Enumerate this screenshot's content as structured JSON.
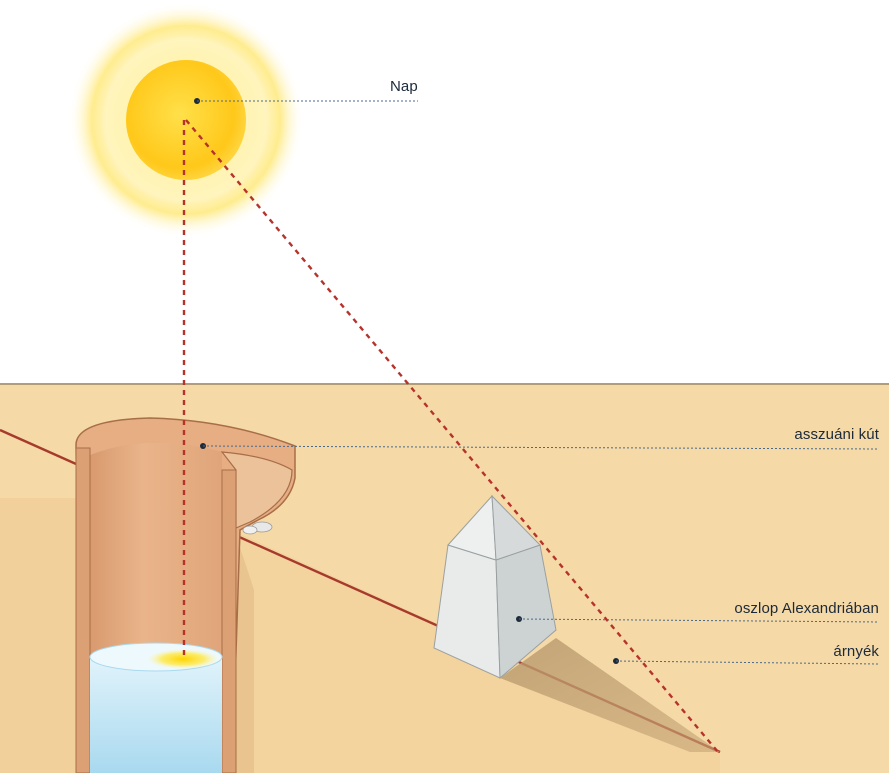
{
  "labels": {
    "sun": "Nap",
    "well": "asszuáni kút",
    "pillar": "oszlop Alexandriában",
    "shadow": "árnyék"
  },
  "colors": {
    "sky": "#ffffff",
    "ground_far": "#f4d6a1",
    "ground_near": "#f0cc92",
    "well_wall": "#e9b58a",
    "water": "#b9e2f3",
    "sunray": "#b5332b",
    "meridian": "#a63a2c",
    "pillar": "#d9dcdc",
    "leader": "#4a6a8a",
    "sun_core": "#ffcf1f"
  }
}
